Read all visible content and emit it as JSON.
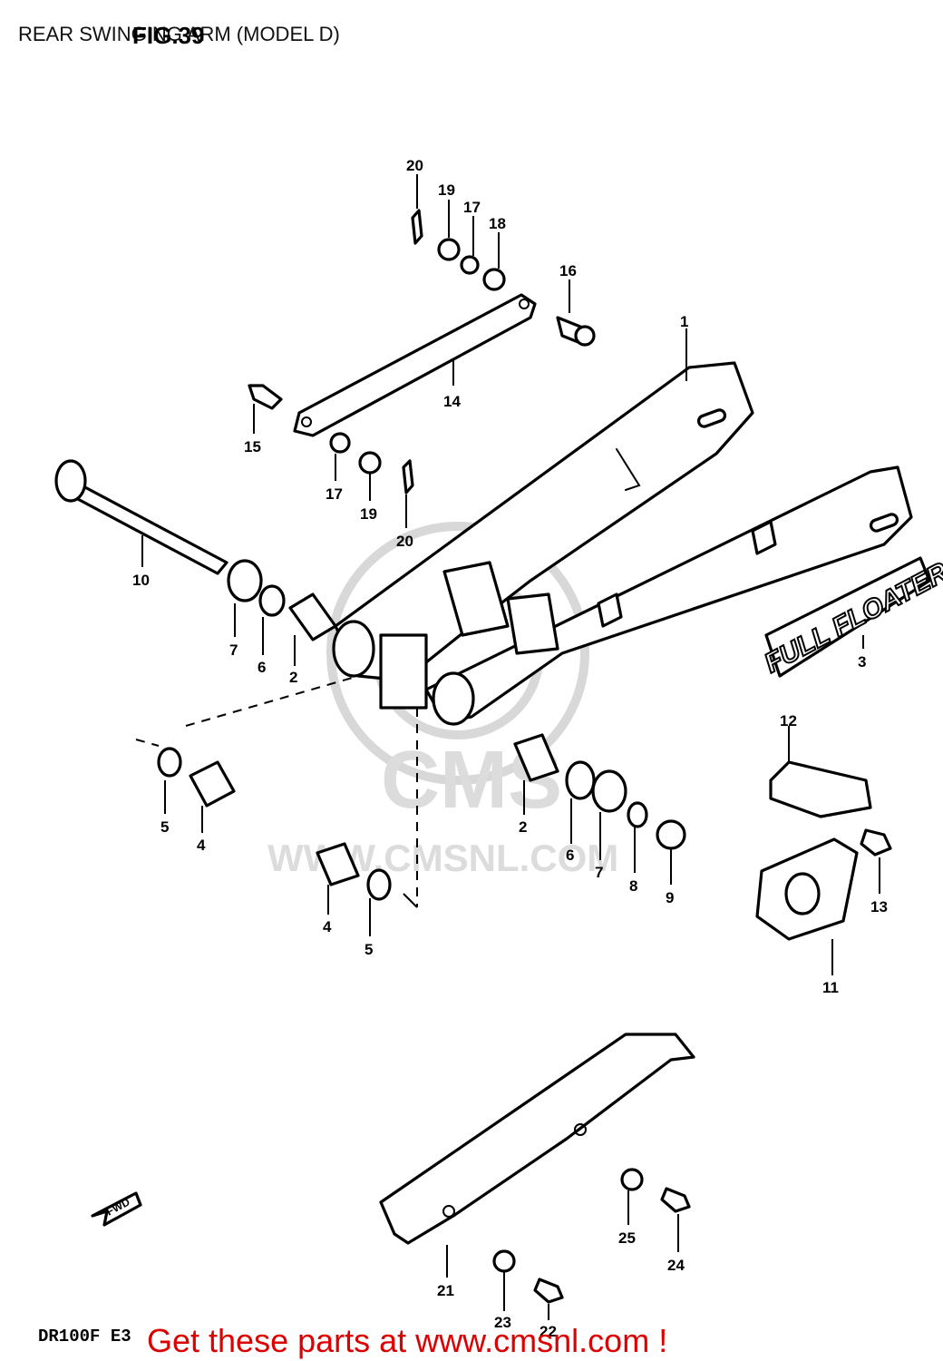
{
  "header": {
    "title": "REAR SWINGING ARM (MODEL D)",
    "figure": "FIG.39"
  },
  "watermark": {
    "brand": "CMS",
    "url": "WWW.CMSNL.COM"
  },
  "decal": {
    "text": "FULL FLOATER"
  },
  "fwd_arrow": {
    "text": "FWD"
  },
  "footer": {
    "model_code": "DR100F E3",
    "promo": "Get these parts at www.cmsnl.com !"
  },
  "parts": {
    "p1": "1",
    "p2a": "2",
    "p2b": "2",
    "p3": "3",
    "p4a": "4",
    "p4b": "4",
    "p5a": "5",
    "p5b": "5",
    "p6a": "6",
    "p6b": "6",
    "p7a": "7",
    "p7b": "7",
    "p8": "8",
    "p9": "9",
    "p10": "10",
    "p11": "11",
    "p12": "12",
    "p13": "13",
    "p14": "14",
    "p15": "15",
    "p16": "16",
    "p17a": "17",
    "p17b": "17",
    "p18": "18",
    "p19a": "19",
    "p19b": "19",
    "p20a": "20",
    "p20b": "20",
    "p21": "21",
    "p22": "22",
    "p23": "23",
    "p24": "24",
    "p25": "25"
  }
}
